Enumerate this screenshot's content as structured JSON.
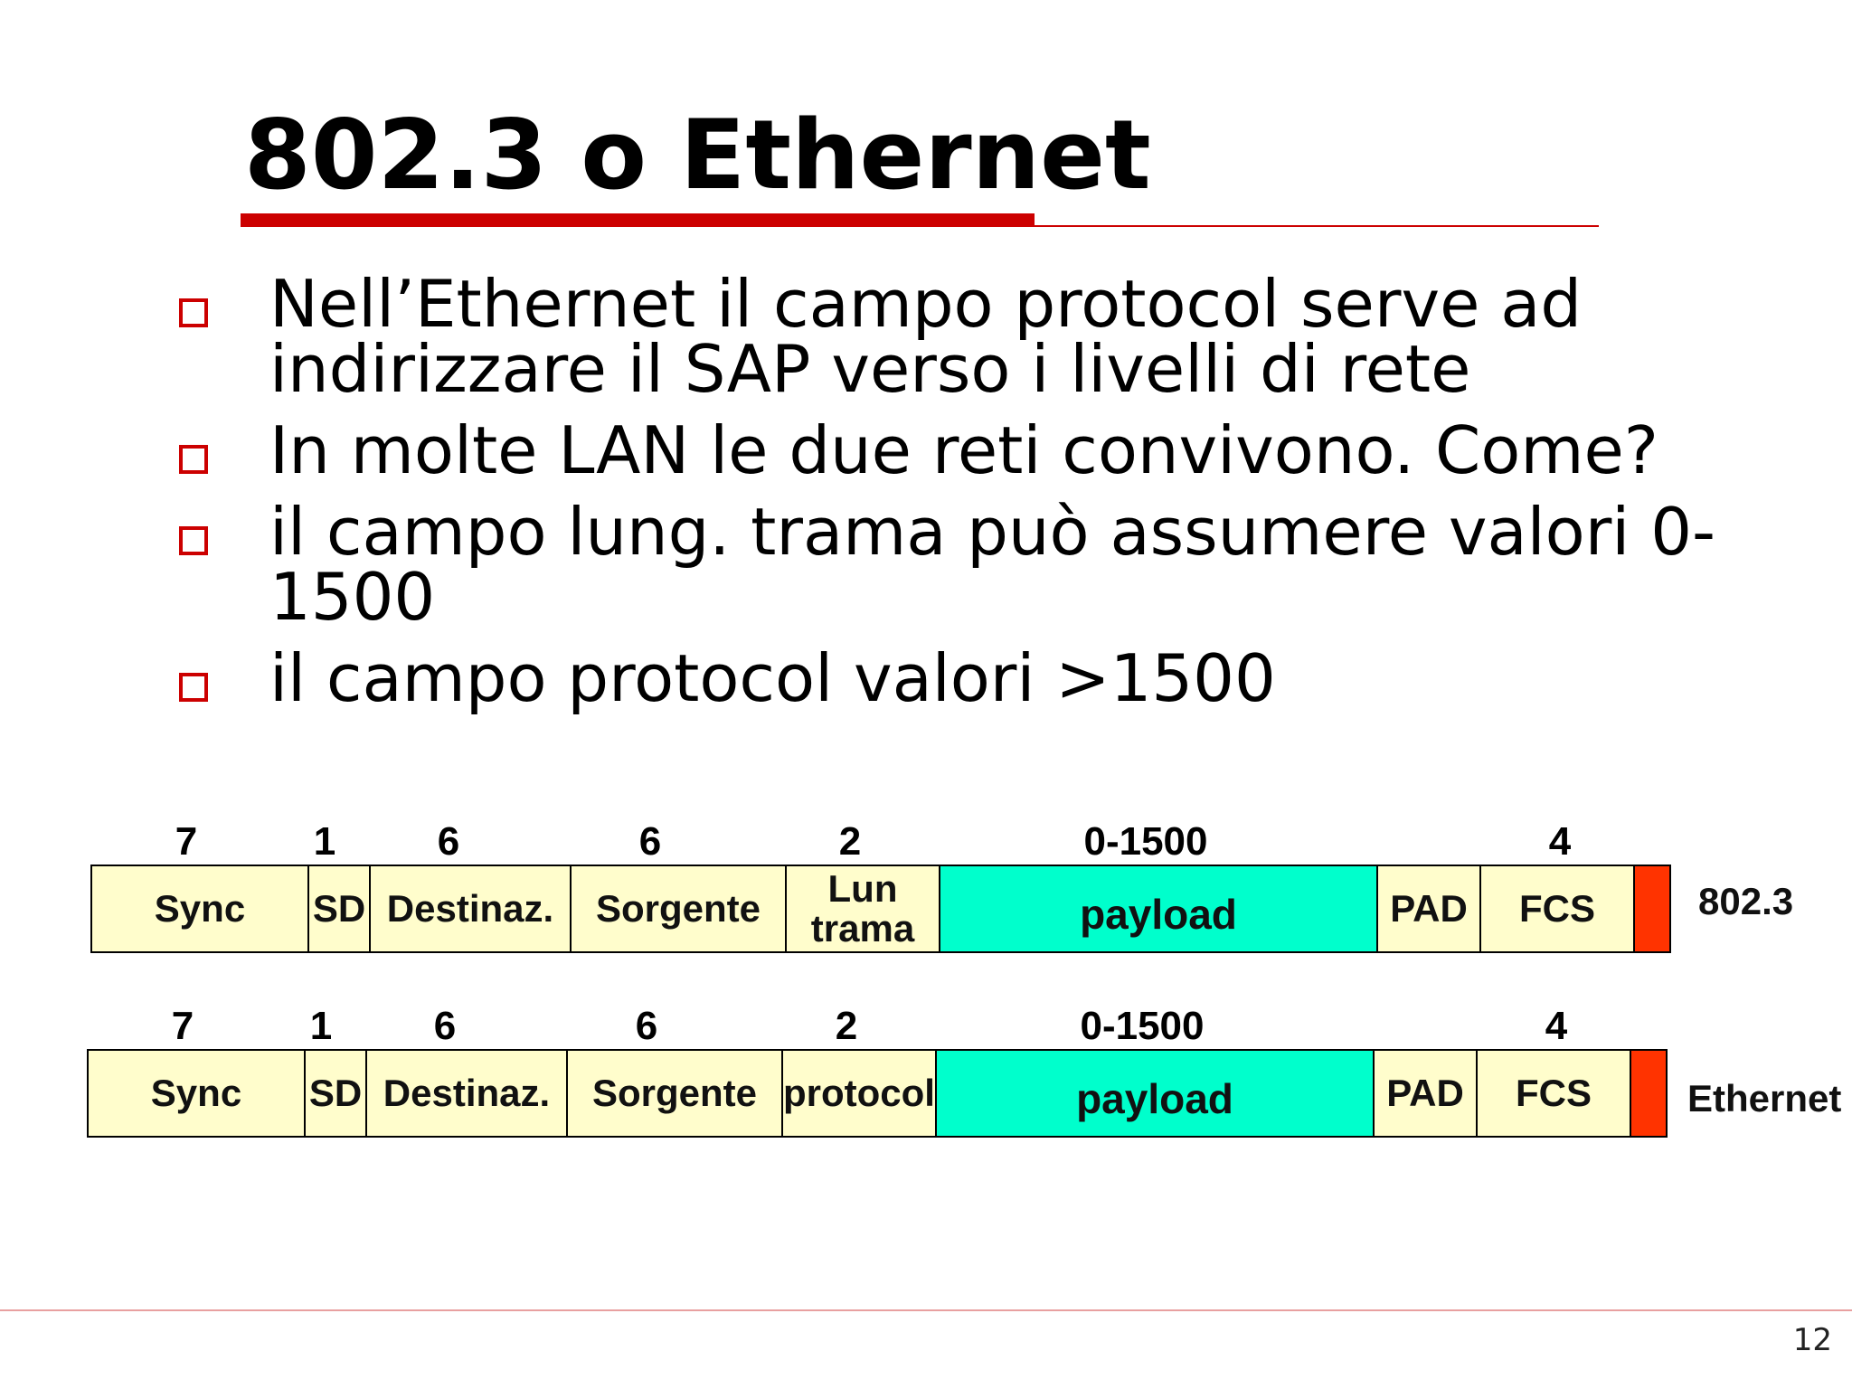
{
  "slide": {
    "title": "802.3 o Ethernet",
    "page_number": "12",
    "accent_color": "#cc0000"
  },
  "bullets": [
    "Nell’Ethernet il campo protocol serve ad indirizzare il SAP verso i livelli di rete",
    "In molte LAN le due reti convivono. Come?",
    "il campo lung. trama può assumere valori 0-1500",
    "il campo protocol valori >1500"
  ],
  "frames": [
    {
      "label": "802.3",
      "sizes": [
        "7",
        "1",
        "6",
        "6",
        "2",
        "0-1500",
        "4"
      ],
      "fields": [
        "Sync",
        "SD",
        "Destinaz.",
        "Sorgente",
        "Lun trama",
        "payload",
        "PAD",
        "FCS",
        ""
      ]
    },
    {
      "label": "Ethernet",
      "sizes": [
        "7",
        "1",
        "6",
        "6",
        "2",
        "0-1500",
        "4"
      ],
      "fields": [
        "Sync",
        "SD",
        "Destinaz.",
        "Sorgente",
        "protocol",
        "payload",
        "PAD",
        "FCS",
        ""
      ]
    }
  ],
  "colors": {
    "field_bg": "#fffdcc",
    "payload_bg": "#00ffcc",
    "end_marker": "#ff3300"
  }
}
